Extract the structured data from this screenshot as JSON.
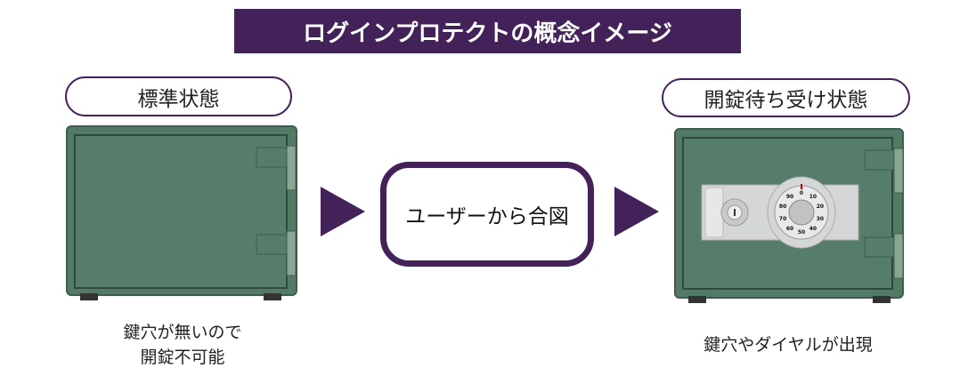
{
  "title": "ログインプロテクトの概念イメージ",
  "left": {
    "label": "標準状態",
    "caption_line1": "鍵穴が無いので",
    "caption_line2": "開錠不可能"
  },
  "center": {
    "label": "ユーザーから合図"
  },
  "right": {
    "label": "開錠待ち受け状態",
    "caption": "鍵穴やダイヤルが出現"
  },
  "dial_numbers": [
    "0",
    "10",
    "20",
    "30",
    "40",
    "50",
    "60",
    "70",
    "80",
    "90"
  ],
  "colors": {
    "accent": "#43225a",
    "safe": "#537a66"
  }
}
